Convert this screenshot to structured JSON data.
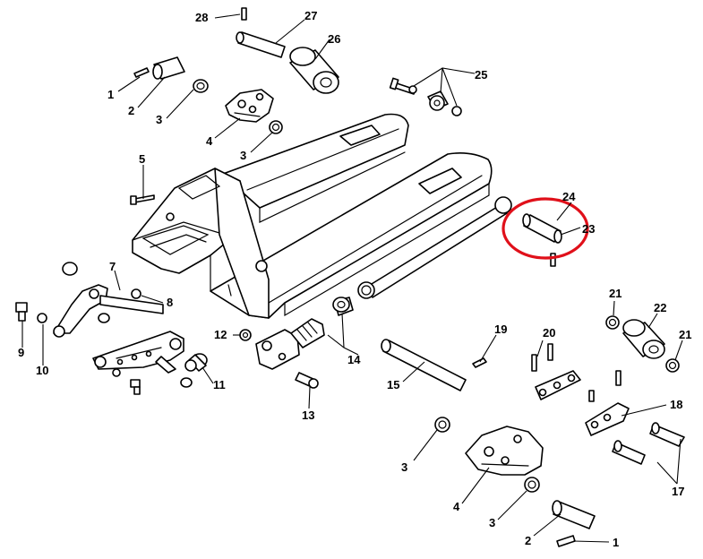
{
  "figure": {
    "highlight_color": "#e0101a",
    "callouts": [
      {
        "id": "c28",
        "label": "28"
      },
      {
        "id": "c27",
        "label": "27"
      },
      {
        "id": "c26",
        "label": "26"
      },
      {
        "id": "c25",
        "label": "25"
      },
      {
        "id": "c1a",
        "label": "1"
      },
      {
        "id": "c2a",
        "label": "2"
      },
      {
        "id": "c3a",
        "label": "3"
      },
      {
        "id": "c4a",
        "label": "4"
      },
      {
        "id": "c3b",
        "label": "3"
      },
      {
        "id": "c5",
        "label": "5"
      },
      {
        "id": "c24",
        "label": "24"
      },
      {
        "id": "c23",
        "label": "23"
      },
      {
        "id": "c7",
        "label": "7"
      },
      {
        "id": "c8",
        "label": "8"
      },
      {
        "id": "c9",
        "label": "9"
      },
      {
        "id": "c10",
        "label": "10"
      },
      {
        "id": "c11",
        "label": "11"
      },
      {
        "id": "c12",
        "label": "12"
      },
      {
        "id": "c14",
        "label": "14"
      },
      {
        "id": "c13",
        "label": "13"
      },
      {
        "id": "c15",
        "label": "15"
      },
      {
        "id": "c19",
        "label": "19"
      },
      {
        "id": "c20",
        "label": "20"
      },
      {
        "id": "c21a",
        "label": "21"
      },
      {
        "id": "c22",
        "label": "22"
      },
      {
        "id": "c21b",
        "label": "21"
      },
      {
        "id": "c18",
        "label": "18"
      },
      {
        "id": "c17",
        "label": "17"
      },
      {
        "id": "c3c",
        "label": "3"
      },
      {
        "id": "c4b",
        "label": "4"
      },
      {
        "id": "c3d",
        "label": "3"
      },
      {
        "id": "c2b",
        "label": "2"
      },
      {
        "id": "c1b",
        "label": "1"
      }
    ]
  }
}
